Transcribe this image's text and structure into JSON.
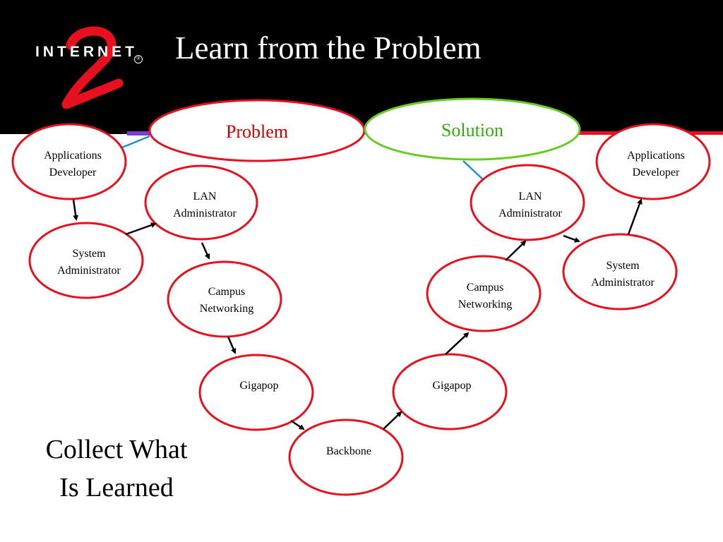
{
  "slide": {
    "title": "Learn from the Problem",
    "caption": "Collect What\nIs Learned",
    "logo": {
      "text": "INTERNET",
      "reg_mark": "®"
    }
  },
  "colors": {
    "header_bg": "#000000",
    "node_border": "#e8101e",
    "problem_text": "#cc0000",
    "solution_border": "#66cc22",
    "solution_text": "#33aa11",
    "connector_blue": "#1f8fd0",
    "arrow": "#000000",
    "header_stripe": "#7a3fd0"
  },
  "diagram": {
    "problem_label": "Problem",
    "solution_label": "Solution",
    "nodes": {
      "left_app_dev": "Applications\nDeveloper",
      "left_lan_admin": "LAN\nAdministrator",
      "left_sys_admin": "System\nAdministrator",
      "left_campus": "Campus\nNetworking",
      "left_gigapop": "Gigapop",
      "backbone": "Backbone",
      "right_gigapop": "Gigapop",
      "right_campus": "Campus\nNetworking",
      "right_lan_admin": "LAN\nAdministrator",
      "right_sys_admin": "System\nAdministrator",
      "right_app_dev": "Applications\nDeveloper"
    }
  }
}
